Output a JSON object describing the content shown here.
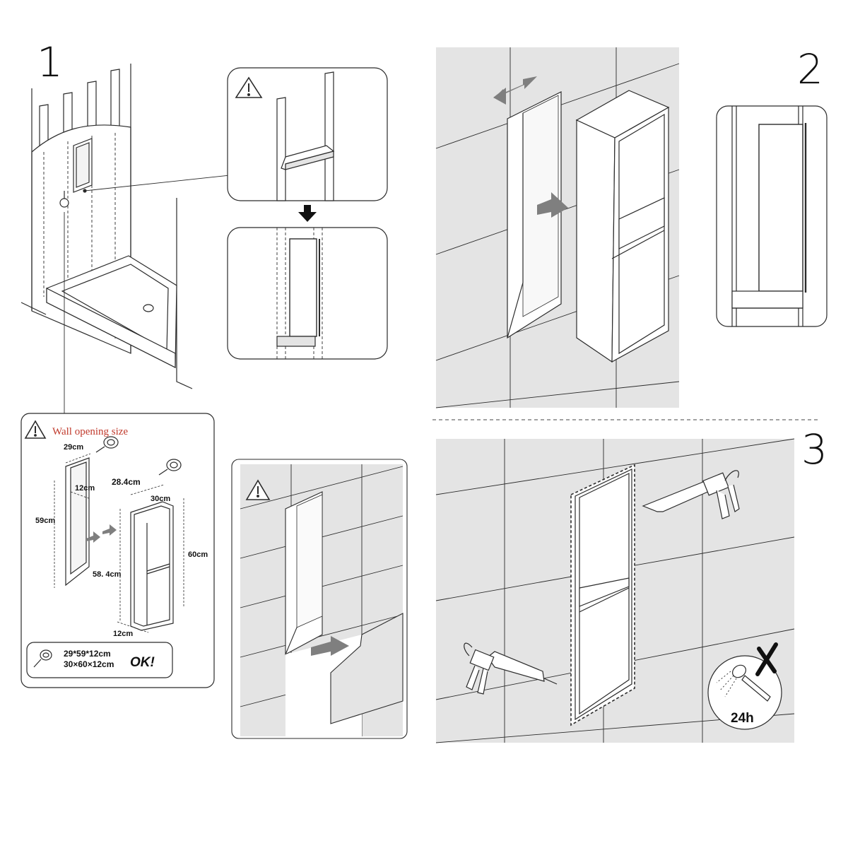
{
  "steps": {
    "one": "1",
    "two": "2",
    "three": "3"
  },
  "wall_opening": {
    "title": "Wall opening size",
    "width": "29cm",
    "depth": "12cm",
    "height": "59cm"
  },
  "niche": {
    "inner_width": "28.4cm",
    "outer_width": "30cm",
    "inner_height": "58. 4cm",
    "outer_height": "60cm",
    "depth": "12cm"
  },
  "summary": {
    "opening": "29*59*12cm",
    "niche": "30×60×12cm",
    "verdict": "OK!"
  },
  "cure": {
    "time": "24h"
  },
  "colors": {
    "line": "#2b2b2b",
    "tile": "#e4e4e4",
    "arrow": "#7f7f7f",
    "accent": "#c0392b"
  }
}
